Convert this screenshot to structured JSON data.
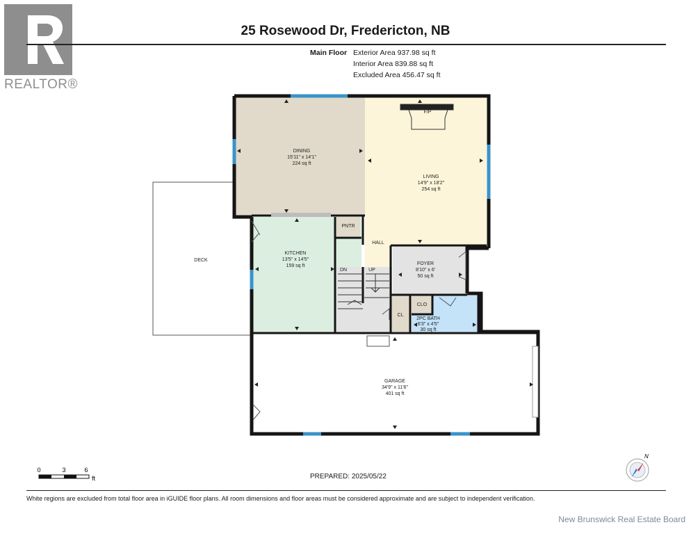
{
  "header": {
    "title": "25 Rosewood Dr, Fredericton, NB"
  },
  "floor": {
    "name": "Main Floor",
    "exterior_area": "Exterior Area 937.98 sq ft",
    "interior_area": "Interior Area 839.88 sq ft",
    "excluded_area": "Excluded Area 456.47 sq ft"
  },
  "rooms": {
    "dining": {
      "name": "DINING",
      "dims": "15'11\" x 14'1\"",
      "area": "224 sq ft"
    },
    "living": {
      "name": "LIVING",
      "dims": "14'9\" x 18'2\"",
      "area": "254 sq ft"
    },
    "kitchen": {
      "name": "KITCHEN",
      "dims": "13'5\" x 14'5\"",
      "area": "159 sq ft"
    },
    "foyer": {
      "name": "FOYER",
      "dims": "8'10\" x 6'",
      "area": "50 sq ft"
    },
    "bath": {
      "name": "2PC BATH",
      "dims": "6'3\" x 4'5\"",
      "area": "30 sq ft"
    },
    "garage": {
      "name": "GARAGE",
      "dims": "34'9\" x 11'6\"",
      "area": "401 sq ft"
    },
    "deck": "DECK",
    "pantry": "PNTR",
    "hall": "HALL",
    "fireplace": "F/P",
    "closet_cl": "CL",
    "closet_clo": "CLO",
    "stairs_down": "DN",
    "stairs_up": "UP"
  },
  "scale_bar": {
    "labels": [
      "0",
      "3",
      "6"
    ],
    "unit": "ft"
  },
  "compass": {
    "label": "N"
  },
  "prepared": "PREPARED:  2025/05/22",
  "footer_note": "White regions are excluded from total floor area in iGUIDE floor plans. All room dimensions and floor areas must be considered approximate and are subject to independent verification.",
  "logo_text": "REALTOR®",
  "watermark": "New Brunswick Real Estate Board",
  "colors": {
    "dining": "#e1d9c9",
    "living": "#fcf5d9",
    "kitchen": "#dbeee0",
    "foyer": "#e3e3e3",
    "bath": "#c4e2f8",
    "window": "#3b93c9",
    "wall": "#151515"
  }
}
